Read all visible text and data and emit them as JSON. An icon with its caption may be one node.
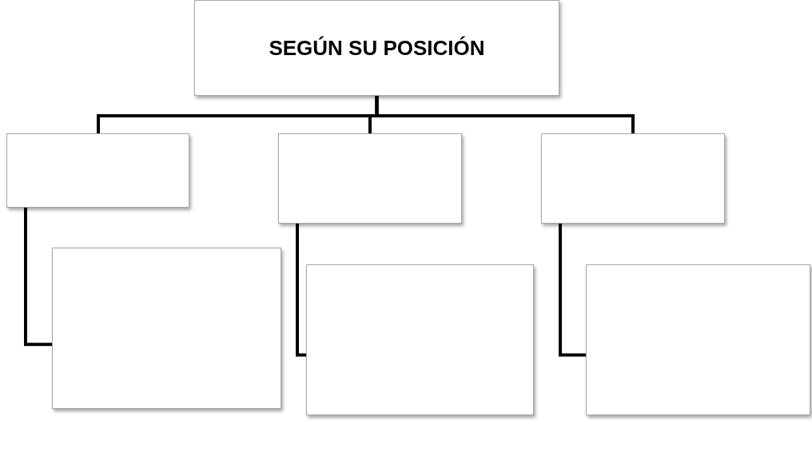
{
  "diagram": {
    "nodes": [
      {
        "text": [
          "SEGÚN SU POSICIÓN"
        ]
      },
      {
        "text": [],
        "shape": "box"
      },
      {
        "text": [],
        "shape": "box"
      },
      {
        "text": [],
        "shape": "box"
      },
      {
        "text": [],
        "shape": "box"
      },
      {
        "text": [],
        "shape": "box"
      },
      {
        "text": [],
        "shape": "box"
      }
    ],
    "edges": [
      {
        "from": 0,
        "to": 1,
        "arrow": "none"
      },
      {
        "from": 0,
        "to": 2,
        "arrow": "none"
      },
      {
        "from": 0,
        "to": 3,
        "arrow": "none"
      },
      {
        "from": 1,
        "to": 4,
        "arrow": "none"
      },
      {
        "from": 2,
        "to": 5,
        "arrow": "none"
      },
      {
        "from": 3,
        "to": 6,
        "arrow": "none"
      }
    ]
  }
}
